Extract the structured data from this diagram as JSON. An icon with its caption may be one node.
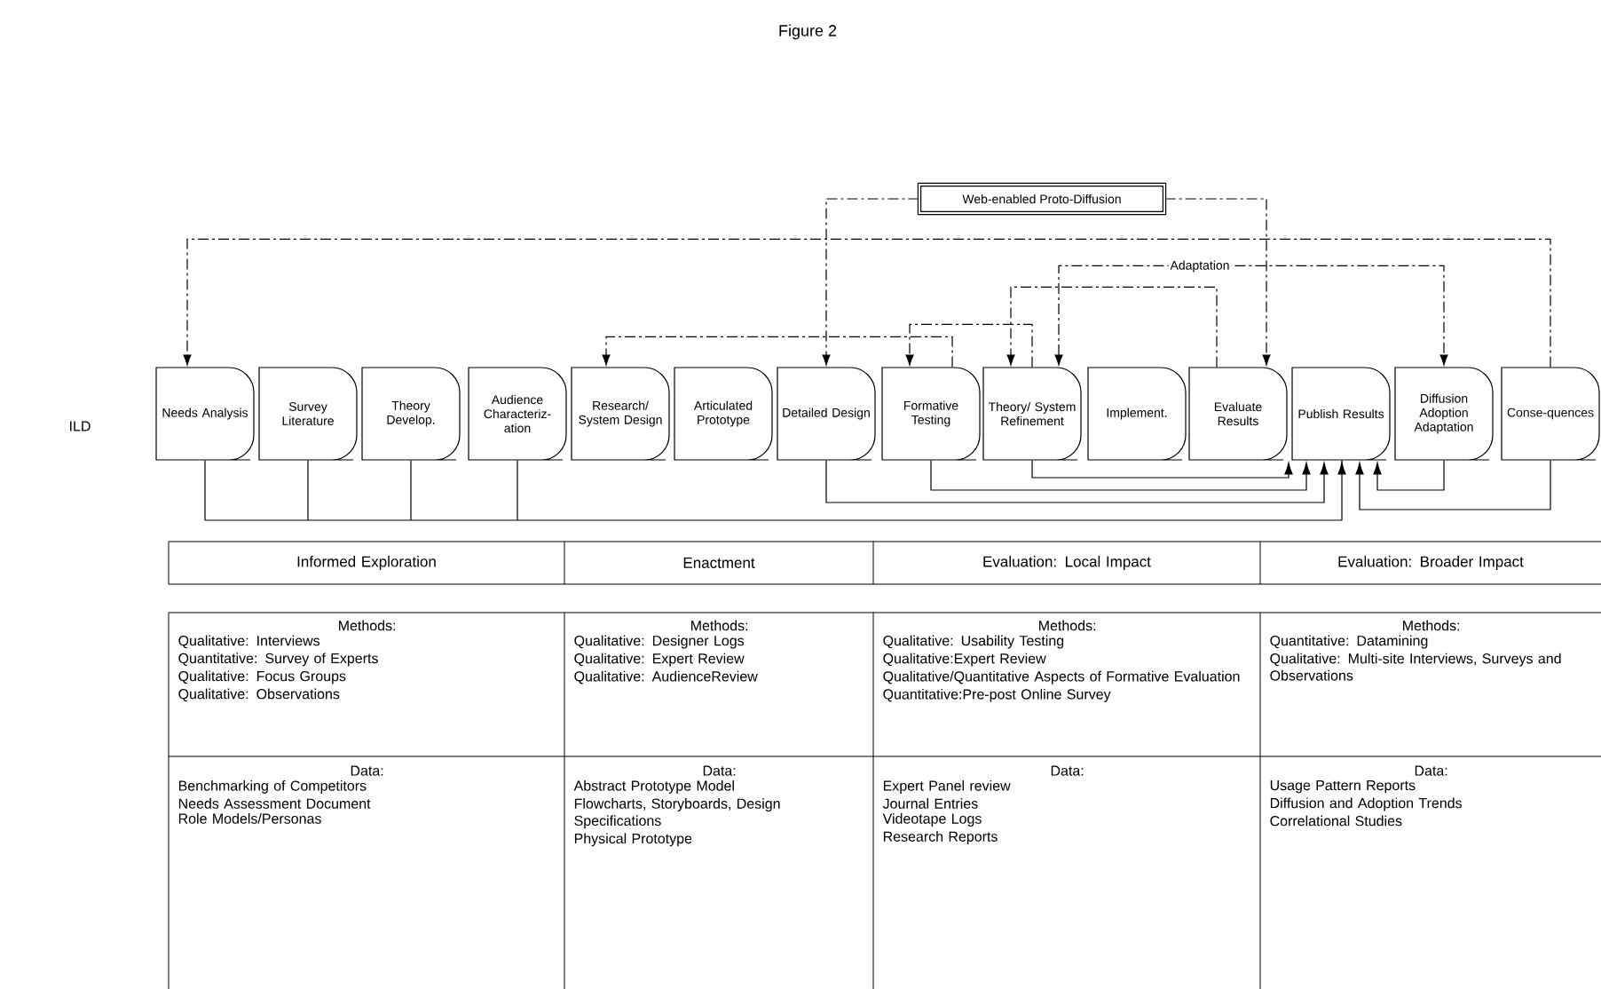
{
  "diagram": {
    "title": "Figure 2",
    "nodes": [
      {
        "text": [
          "Needs Analysis"
        ]
      },
      {
        "text": [
          "Survey Literature"
        ]
      },
      {
        "text": [
          "Theory Develop."
        ]
      },
      {
        "text": [
          "Audience Characteriz-ation"
        ]
      },
      {
        "text": [
          "Research/ System Design"
        ]
      },
      {
        "text": [
          "Articulated Prototype"
        ]
      },
      {
        "text": [
          "Detailed Design"
        ]
      },
      {
        "text": [
          "Formative Testing"
        ]
      },
      {
        "text": [
          "Theory/ System Refinement"
        ]
      },
      {
        "text": [
          "Implement."
        ]
      },
      {
        "text": [
          "Evaluate Results"
        ]
      },
      {
        "text": [
          "Publish Results"
        ]
      },
      {
        "text": [
          "Diffusion Adoption Adaptation"
        ]
      },
      {
        "text": [
          "Conse-quences"
        ]
      },
      {
        "text": [
          "Web-enabled Proto-Diffusion"
        ]
      }
    ],
    "edges": [
      {
        "from": 13,
        "to": 0,
        "arrow": "to",
        "style": "dashed"
      },
      {
        "from": 14,
        "to": 6,
        "arrow": "to",
        "style": "dashed"
      },
      {
        "from": 14,
        "to": 10,
        "arrow": "to",
        "style": "dashed"
      },
      {
        "from": 7,
        "to": 4,
        "arrow": "to",
        "style": "dashed"
      },
      {
        "from": 8,
        "to": 7,
        "arrow": "to",
        "style": "dashed"
      },
      {
        "from": 10,
        "to": 8,
        "arrow": "to",
        "style": "dashed"
      },
      {
        "from": 8,
        "to": 12,
        "arrow": "both",
        "style": "dashed",
        "label": "Adaptation"
      },
      {
        "from": 0,
        "to": 11,
        "arrow": "to"
      },
      {
        "from": 1,
        "to": 11,
        "arrow": "to"
      },
      {
        "from": 2,
        "to": 11,
        "arrow": "to"
      },
      {
        "from": 3,
        "to": 11,
        "arrow": "to"
      },
      {
        "from": 6,
        "to": 11,
        "arrow": "to"
      },
      {
        "from": 7,
        "to": 11,
        "arrow": "to"
      },
      {
        "from": 8,
        "to": 11,
        "arrow": "to"
      },
      {
        "from": 12,
        "to": 11,
        "arrow": "to"
      },
      {
        "from": 13,
        "to": 11,
        "arrow": "to"
      }
    ],
    "labels": [
      "ILD",
      "Informed Exploration",
      "Enactment",
      "Evaluation: Local Impact",
      "Evaluation: Broader Impact",
      "Methods:",
      "Qualitative: Interviews",
      "Quantitative: Survey of Experts",
      "Qualitative: Focus Groups",
      "Qualitative: Observations",
      "Methods:",
      "Qualitative: Designer Logs",
      "Qualitative: Expert Review",
      "Qualitative: AudienceReview",
      "Methods:",
      "Qualitative: Usability Testing",
      "Qualitative:Expert Review",
      "Qualitative/Quantitative Aspects of Formative Evaluation",
      "Quantitative:Pre-post Online Survey",
      "Methods:",
      "Quantitative: Datamining",
      "Qualitative: Multi-site Interviews, Surveys and Observations",
      "Data:",
      "Benchmarking of Competitors",
      "Needs Assessment Document",
      "Role Models/Personas",
      "Data:",
      "Abstract Prototype Model",
      "Flowcharts, Storyboards, Design Specifications",
      "Physical Prototype",
      "Data:",
      "Expert Panel review",
      "Journal Entries",
      "Videotape Logs",
      "Research Reports",
      "Data:",
      "Usage Pattern Reports",
      "Diffusion and Adoption Trends",
      "Correlational Studies"
    ]
  }
}
